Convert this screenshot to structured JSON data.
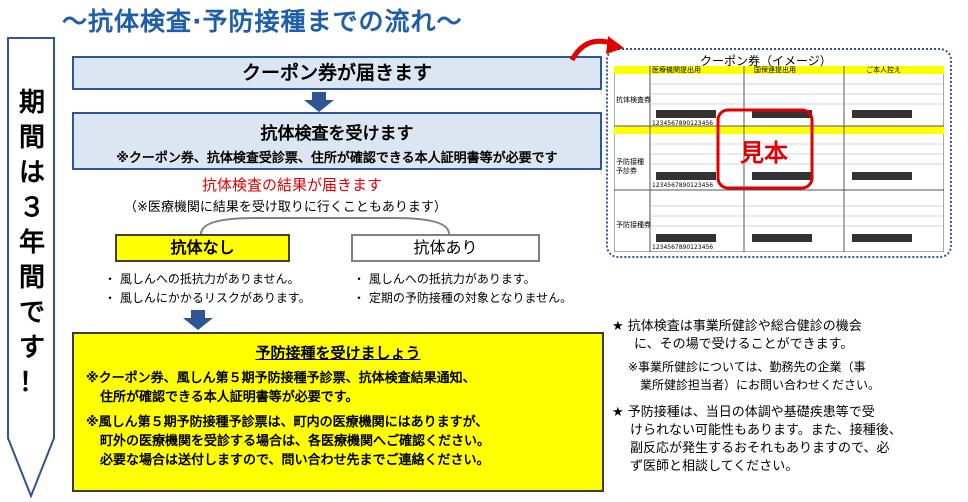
{
  "title": "～抗体検査·予防接種までの流れ～",
  "period": [
    "期",
    "間",
    "は",
    "３",
    "年",
    "間",
    "で",
    "す",
    "！"
  ],
  "step1": "クーポン券が届きます",
  "step2": {
    "title": "抗体検査を受けます",
    "note": "※クーポン券、抗体検査受診票、住所が確認できる本人証明書等が必要です"
  },
  "result": {
    "title": "抗体検査の結果が届きます",
    "note": "（※医療機関に結果を受け取りに行くこともあります）"
  },
  "nashi": {
    "label": "抗体なし",
    "bullets": [
      "・ 風しんへの抵抗力がありません。",
      "・ 風しんにかかるリスクがあります。"
    ]
  },
  "ari": {
    "label": "抗体あり",
    "bullets": [
      "・ 風しんへの抵抗力があります。",
      "・ 定期の予防接種の対象となりません。"
    ]
  },
  "vaccine": {
    "title": "予防接種を受けましょう",
    "p1": [
      "※クーポン券、風しん第５期予防接種予診票、抗体検査結果通知、",
      "住所が確認できる本人証明書等が必要です。"
    ],
    "p2": [
      "※風しん第５期予防接種予診票は、町内の医療機関にはありますが、",
      "町外の医療機関を受診する場合は、各医療機関へご確認ください。",
      "必要な場合は送付しますので、問い合わせ先までご連絡ください。"
    ]
  },
  "coupon": {
    "title": "クーポン券（イメージ）",
    "stamp": "見本",
    "row_labels": [
      "抗体検査券",
      "予防接種予診券",
      "予防接種券"
    ],
    "col_headers": [
      "医療機関提出用",
      "国保連提出用",
      "ご本人控え"
    ],
    "barcode": "1234567890123456"
  },
  "notes": {
    "n1": [
      "★ 抗体検査は事業所健診や総合健診の機会",
      "に、その場で受けることができます。"
    ],
    "n1sub": [
      "※事業所健診については、勤務先の企業（事",
      "業所健診担当者）にお問い合わせください。"
    ],
    "n2": [
      "★ 予防接種は、当日の体調や基礎疾患等で受",
      "けられない可能性もあります。また、接種後、",
      "副反応が発生するおそれもありますので、必",
      "ず医師と相談してください。"
    ]
  },
  "colors": {
    "title_blue": "#1f5ea8",
    "box_blue": "#dce6f2",
    "highlight_yellow": "#ffff00",
    "stamp_red": "#e00000"
  }
}
